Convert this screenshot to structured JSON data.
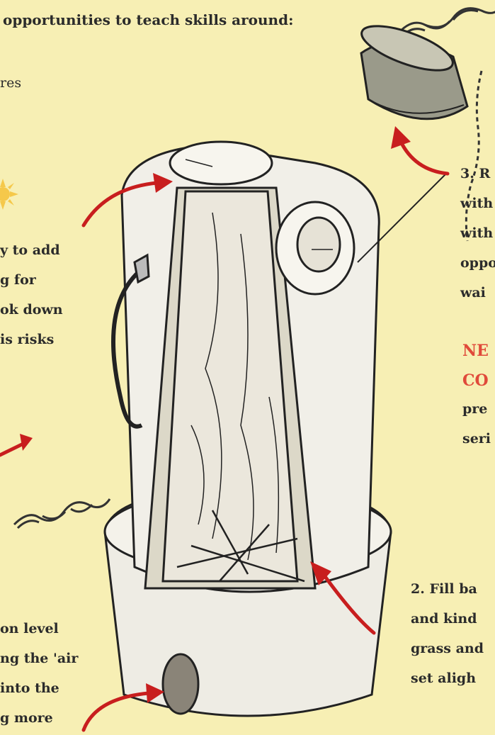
{
  "header": {
    "text": "opportunities to teach skills around:"
  },
  "left_fragment_top": "res",
  "left_block": {
    "lines": [
      "y to add",
      "g for",
      "ok down",
      "is risks"
    ]
  },
  "bottom_left": {
    "lines": [
      "on level",
      "ng the 'air",
      "into the",
      "g more"
    ]
  },
  "right_step3": {
    "number": "3.",
    "lines": [
      "R",
      "with",
      "with",
      "oppo",
      "wai"
    ]
  },
  "warning": {
    "lines": [
      "NE",
      "CO"
    ]
  },
  "warning_sub": {
    "lines": [
      "pre",
      "seri"
    ]
  },
  "right_step2": {
    "number": "2.",
    "lines": [
      "Fill ba",
      "and kind",
      "grass and",
      "set aligh"
    ]
  },
  "colors": {
    "background": "#f7efb4",
    "accent_red": "#e04a3a",
    "arrow_red": "#c81e1e",
    "ink": "#2b2b2b"
  },
  "icons": [
    "sun-icon",
    "arrow-icon",
    "kettle-illustration",
    "cork-stopper-icon",
    "chain-icon"
  ]
}
